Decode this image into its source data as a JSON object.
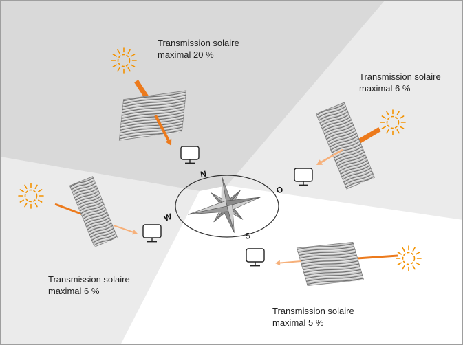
{
  "colors": {
    "sector_dark": "#d9d9d9",
    "sector_mid": "#ebebeb",
    "sector_light": "#ffffff",
    "sun_orange": "#f39200",
    "beam_orange": "#ec7a1c",
    "beam_light": "#f6b07a",
    "blind_gray": "#a9a9a9",
    "frame_border": "#9e9e9e"
  },
  "labels": {
    "north": {
      "line1": "Transmission solaire",
      "line2": "maximal 20 %"
    },
    "east": {
      "line1": "Transmission solaire",
      "line2": "maximal 6 %"
    },
    "west": {
      "line1": "Transmission solaire",
      "line2": "maximal 6 %"
    },
    "south": {
      "line1": "Transmission solaire",
      "line2": "maximal 5 %"
    }
  },
  "compass": {
    "n": "N",
    "o": "O",
    "s": "S",
    "w": "W"
  },
  "icons": {
    "sun": "sun-icon",
    "monitor": "monitor-icon",
    "compass": "compass-rose-icon",
    "blind": "pleated-blind-icon"
  }
}
